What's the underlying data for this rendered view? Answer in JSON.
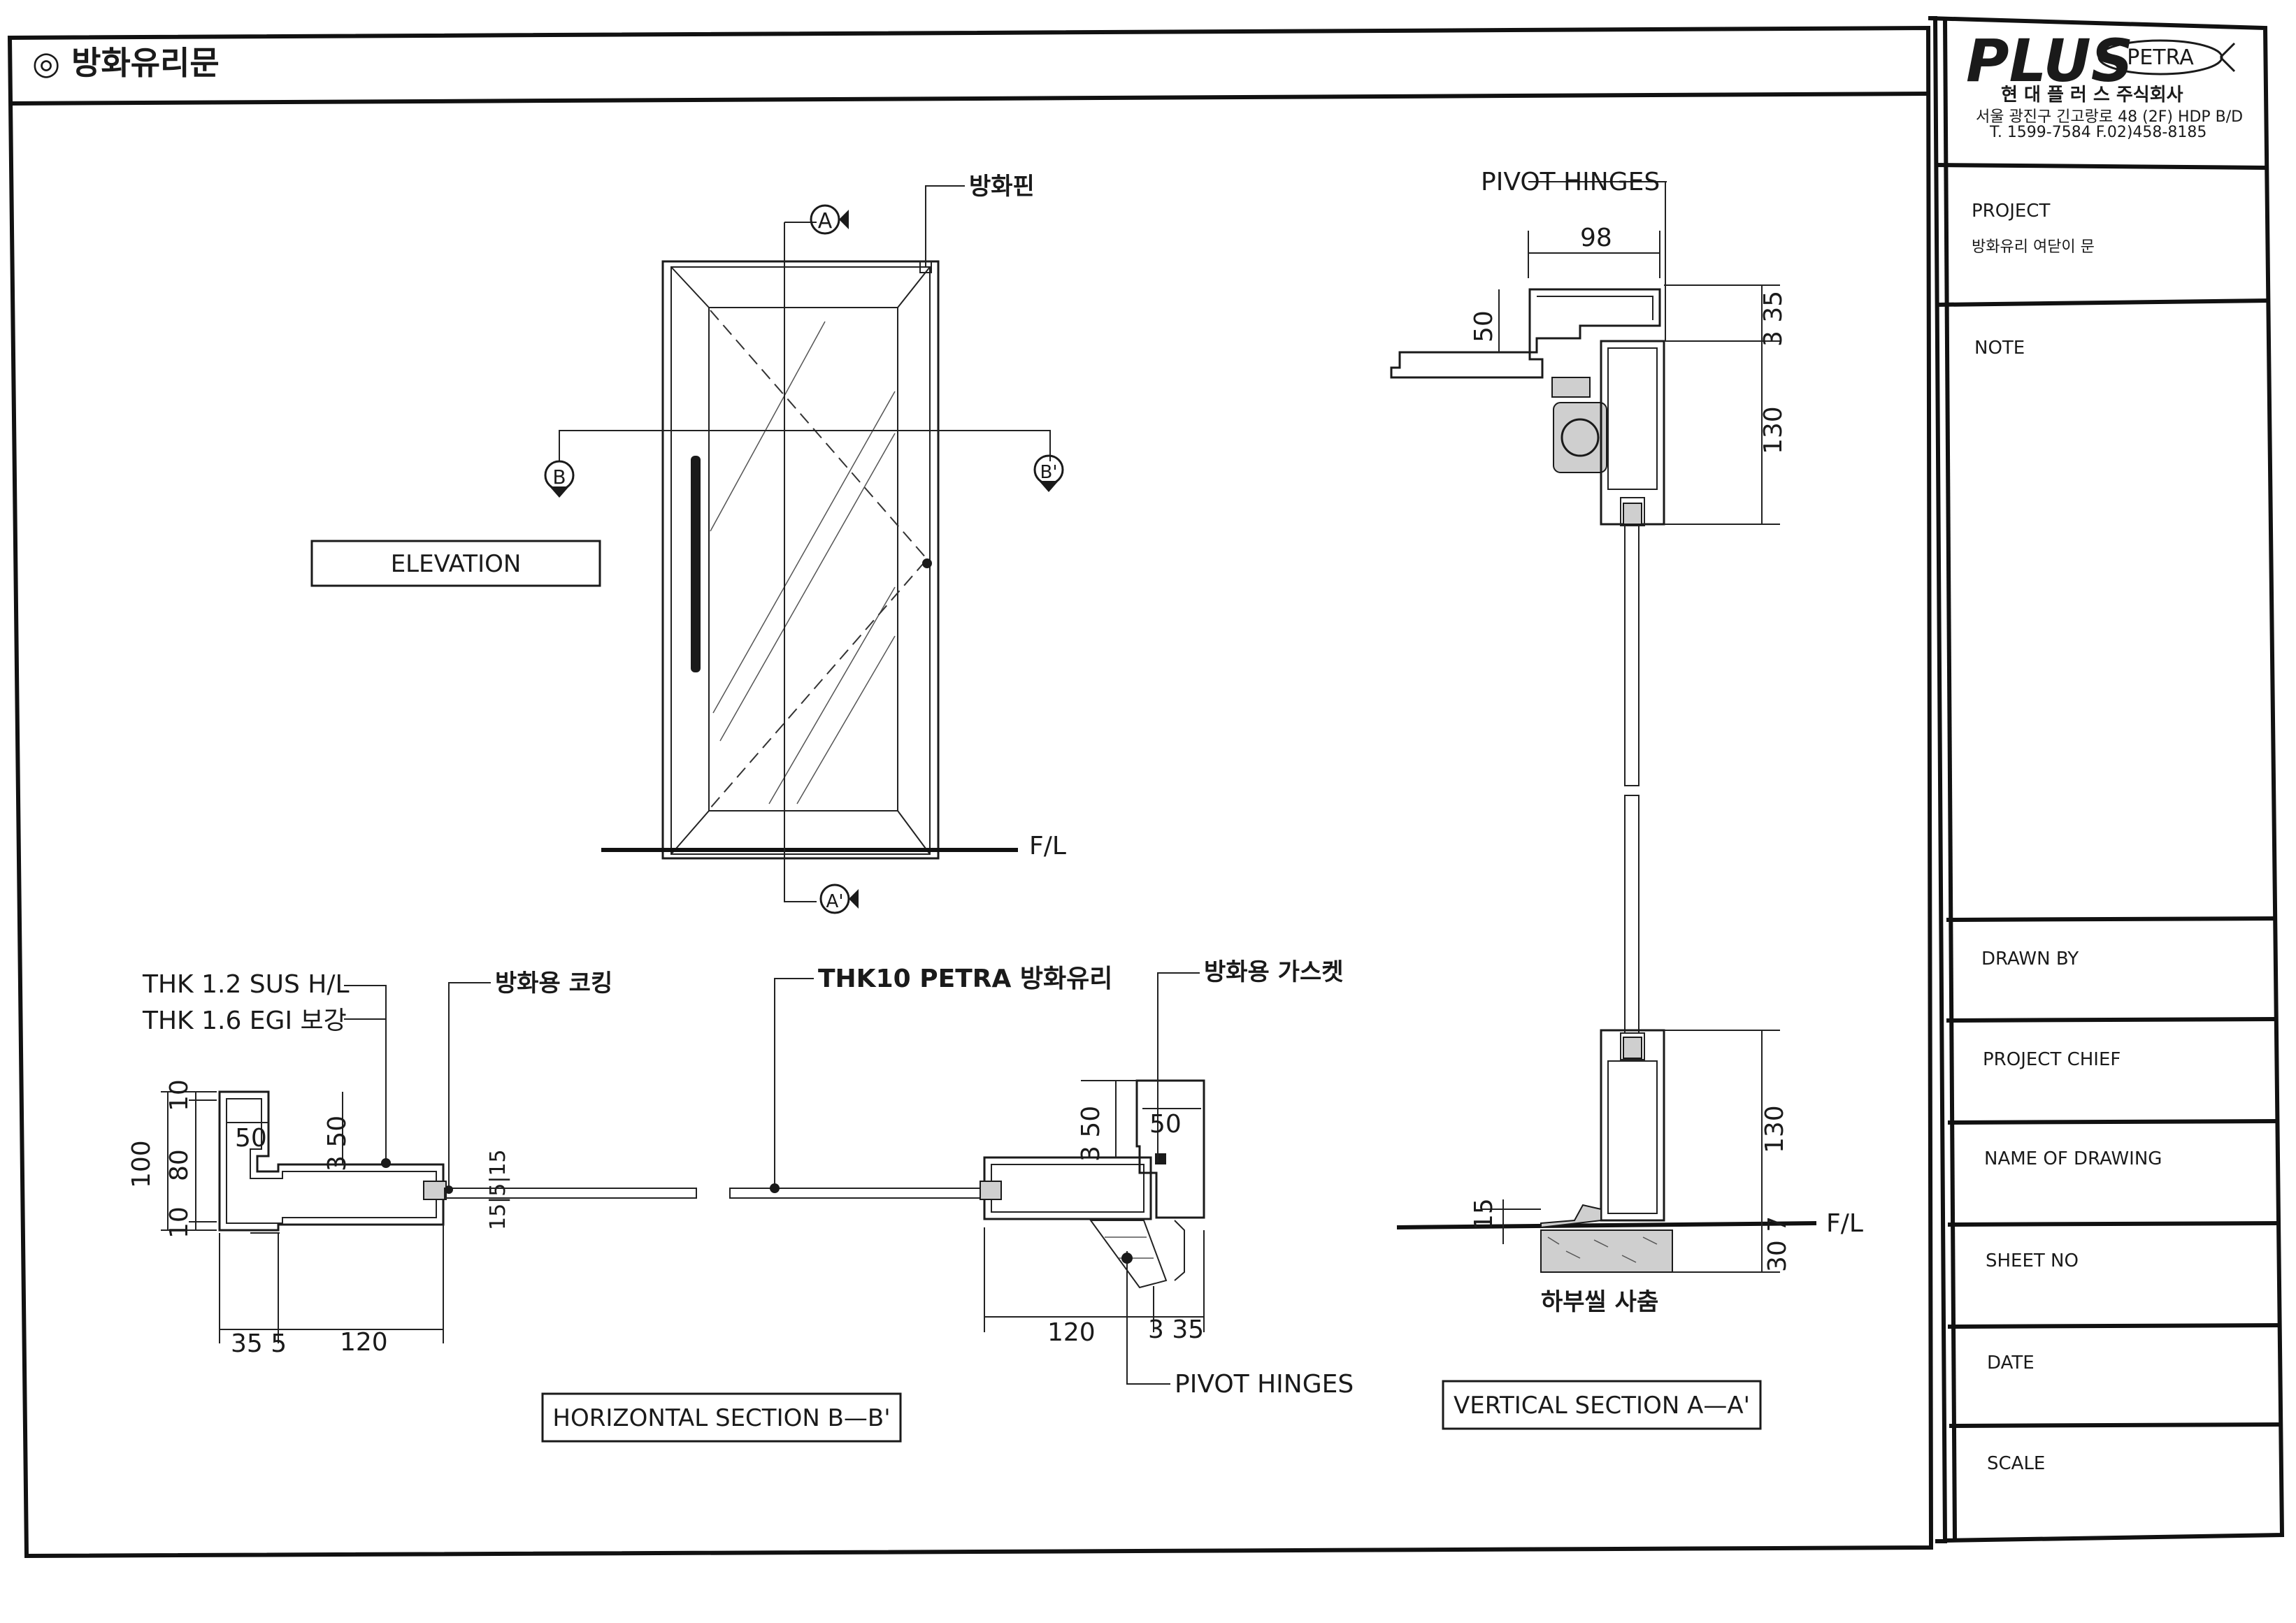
{
  "header": {
    "title": "◎ 방화유리문"
  },
  "logo": {
    "brand": "PLUS",
    "sub_brand": "PETRA",
    "company": "현 대 플 러 스  주식회사",
    "address": "서울 광진구 긴고랑로 48 (2F) HDP B/D",
    "phone": "T. 1599-7584   F.02)458-8185"
  },
  "title_block": {
    "project_label": "PROJECT",
    "project_value": "방화유리 여닫이 문",
    "note_label": "NOTE",
    "drawn_by_label": "DRAWN BY",
    "project_chief_label": "PROJECT CHIEF",
    "name_of_drawing_label": "NAME OF DRAWING",
    "sheet_no_label": "SHEET NO",
    "date_label": "DATE",
    "scale_label": "SCALE"
  },
  "elevation": {
    "title": "ELEVATION",
    "fire_pin": "방화핀",
    "floor_line": "F/L",
    "marker_a": "A",
    "marker_a_prime": "A'",
    "marker_b": "B",
    "marker_b_prime": "B'"
  },
  "horizontal_section": {
    "title": "HORIZONTAL SECTION B—B'",
    "frame_sus": "THK 1.2 SUS H/L",
    "frame_egi": "THK 1.6 EGI 보강",
    "caulking": "방화용 코킹",
    "glass": "THK10 PETRA 방화유리",
    "gasket": "방화용 가스켓",
    "pivot_hinges": "PIVOT HINGES",
    "dims": {
      "d100": "100",
      "d10a": "10",
      "d80": "80",
      "d10b": "10",
      "d50a": "50",
      "d3_50a": "3 50",
      "d15_5_15": "15|5|15",
      "d35_5": "35 5",
      "d120a": "120",
      "d3_50b": "3 50",
      "d50b": "50",
      "d120b": "120",
      "d3_35": "3 35"
    }
  },
  "vertical_section": {
    "title": "VERTICAL SECTION A—A'",
    "pivot_hinges": "PIVOT HINGES",
    "floor_line": "F/L",
    "sill": "하부씰 사춤",
    "dims": {
      "d98": "98",
      "d50": "50",
      "d3_35": "3 35",
      "d130a": "130",
      "d130b": "130",
      "d15": "15",
      "d30_7": "30 7"
    }
  }
}
